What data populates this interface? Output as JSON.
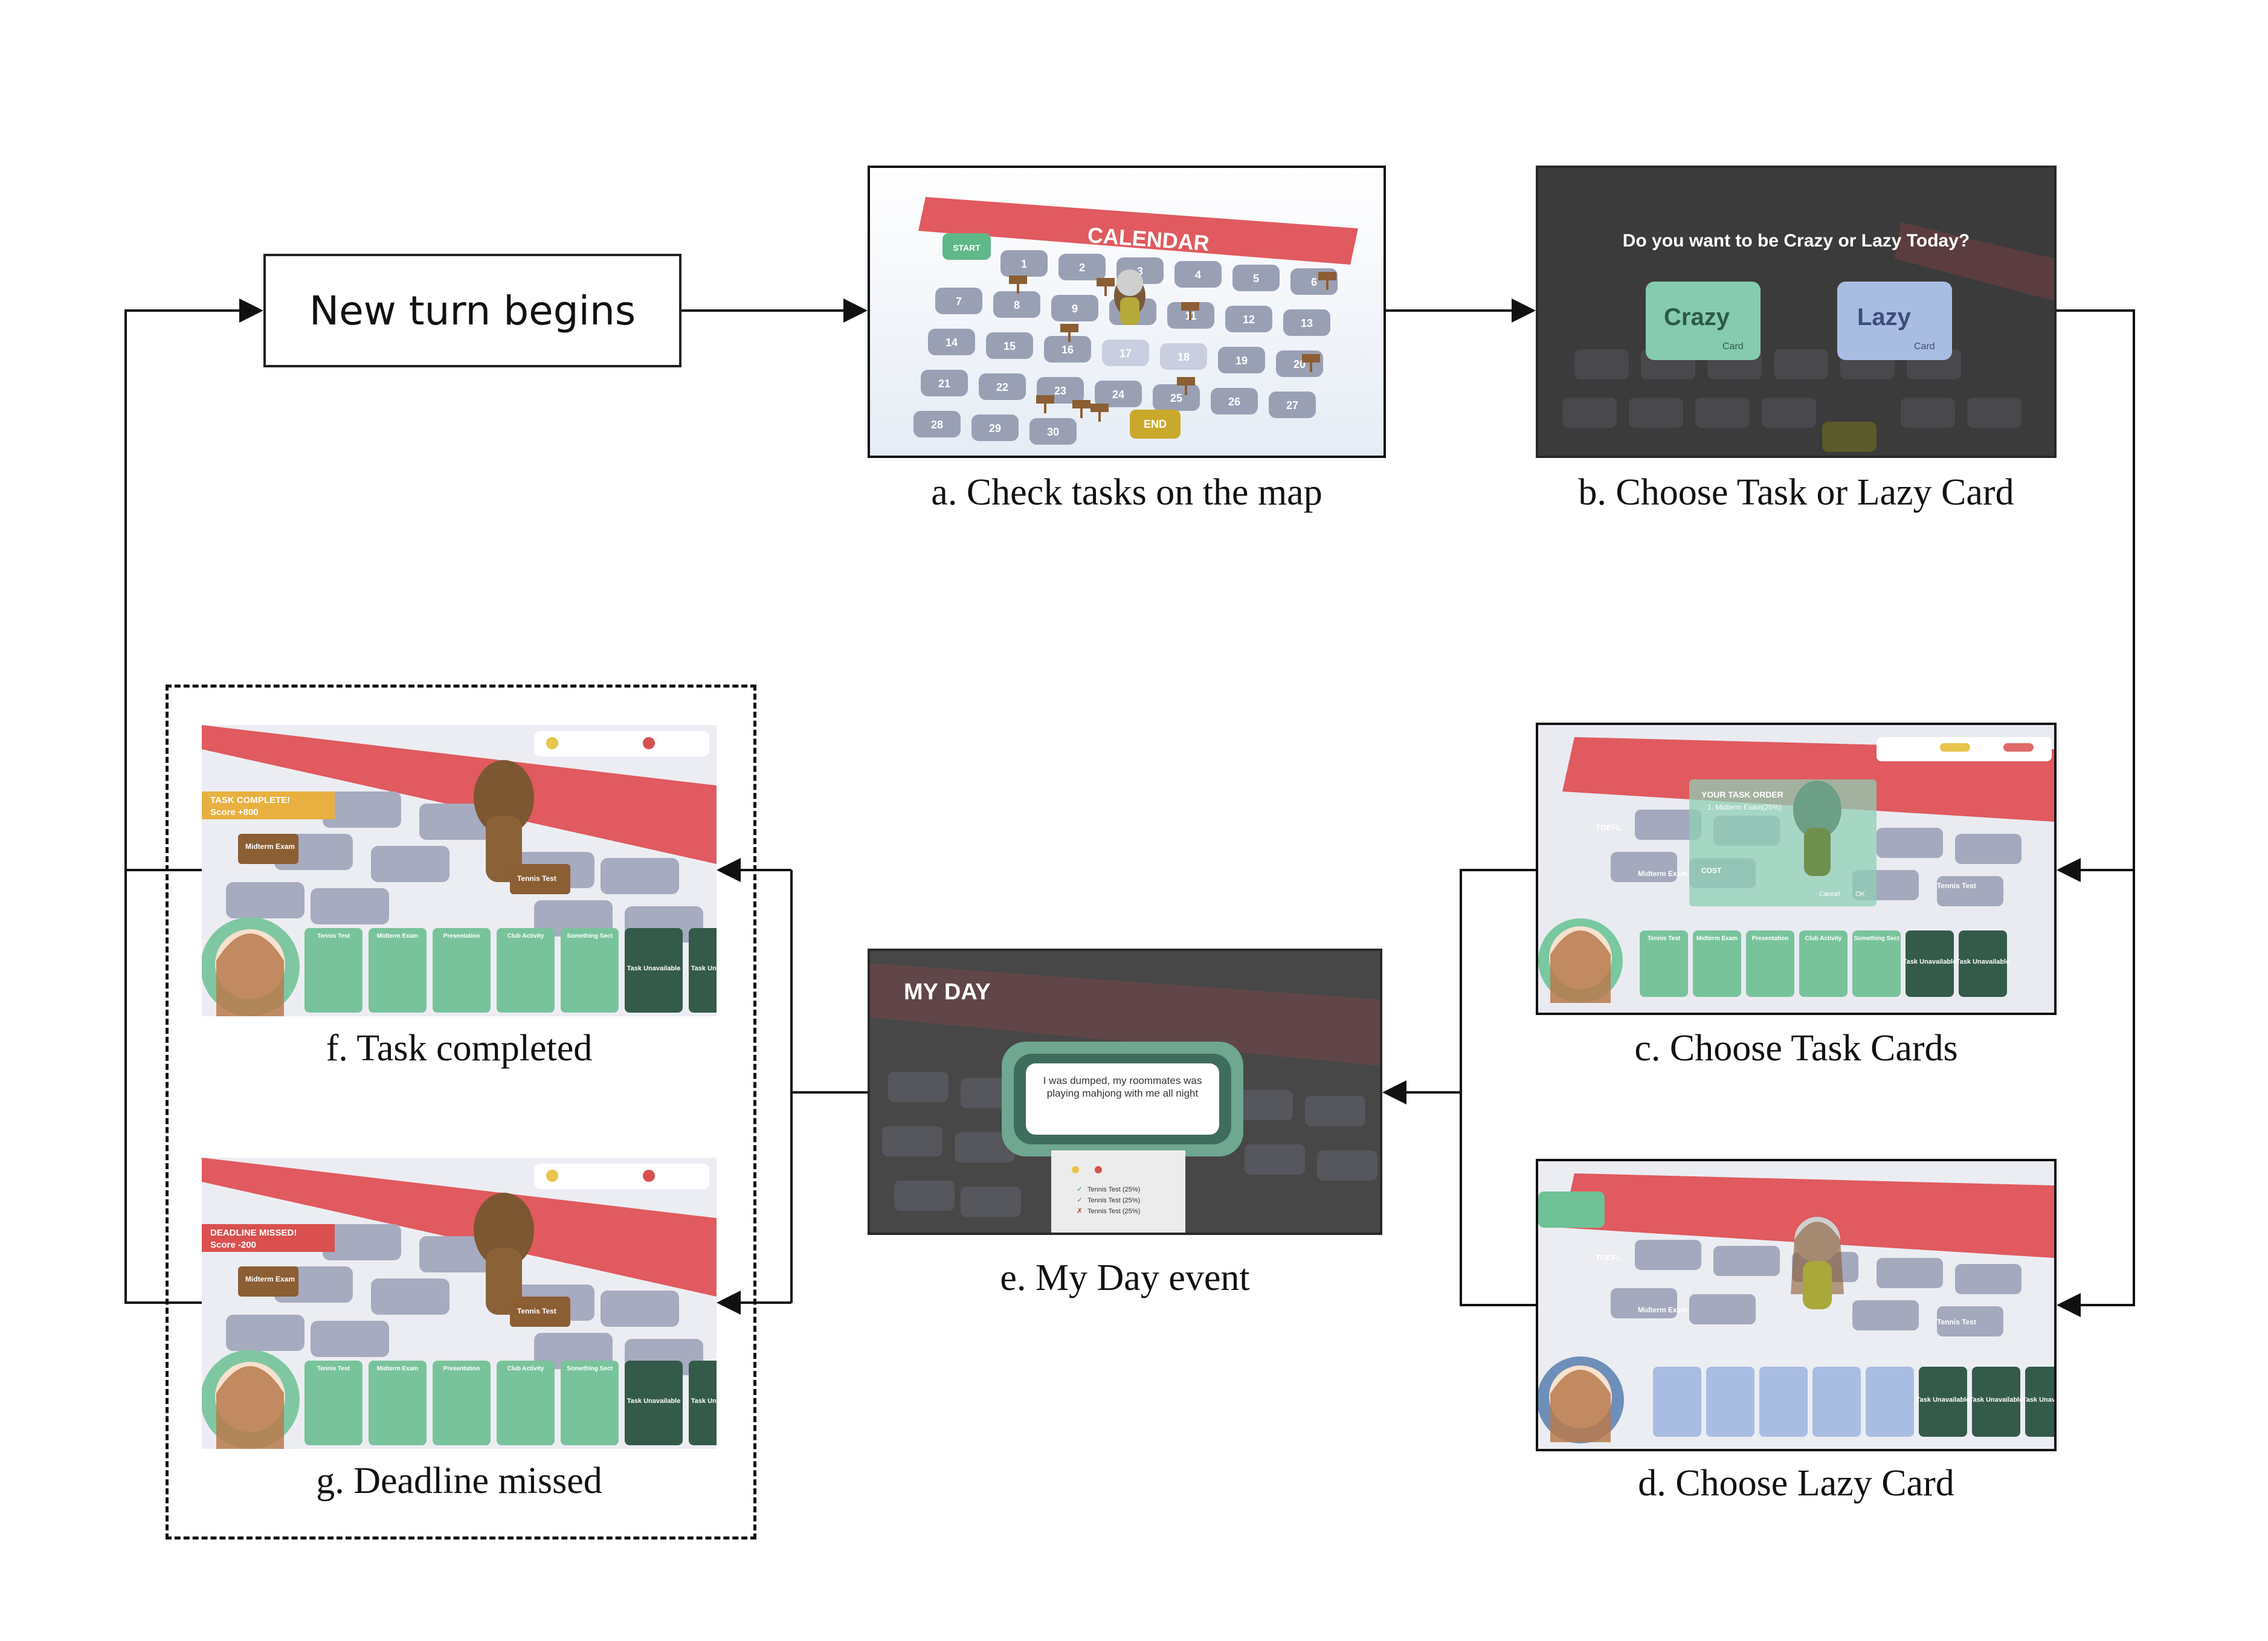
{
  "flow": {
    "start_label": "New turn begins",
    "captions": {
      "a": "a. Check tasks on the map",
      "b": "b. Choose Task or Lazy Card",
      "c": "c. Choose Task Cards",
      "d": "d. Choose Lazy Card",
      "e": "e. My Day event",
      "f": "f. Task completed",
      "g": "g. Deadline missed"
    }
  },
  "screens": {
    "map": {
      "banner": "CALENDAR",
      "start": "START",
      "end": "END",
      "days": [
        "1",
        "2",
        "3",
        "4",
        "5",
        "6",
        "7",
        "8",
        "9",
        "10",
        "11",
        "12",
        "13",
        "14",
        "15",
        "16",
        "17",
        "18",
        "19",
        "20",
        "21",
        "22",
        "23",
        "24",
        "25",
        "26",
        "27",
        "28",
        "29",
        "30"
      ]
    },
    "choice": {
      "question": "Do you want to be Crazy or Lazy Today?",
      "crazy_label": "Crazy",
      "lazy_label": "Lazy",
      "card_word": "Card"
    },
    "task_order": {
      "title": "YOUR TASK ORDER",
      "item": "1. Midterm Exam(25%)",
      "cost_label": "COST",
      "cancel": "Cancel",
      "ok": "OK"
    },
    "my_day": {
      "title": "MY DAY",
      "message": "I was dumped, my roommates was playing mahjong with me all night",
      "results": [
        "Tennis Test (25%)",
        "Tennis Test (25%)",
        "Tennis Test (25%)"
      ]
    },
    "task_complete": {
      "title": "TASK COMPLETE!",
      "score": "Score +800"
    },
    "deadline": {
      "title": "DEADLINE MISSED!",
      "score": "Score -200"
    },
    "signs": {
      "toefl": "TOEFL",
      "midterm": "Midterm Exam",
      "tennis": "Tennis Test"
    },
    "cards": [
      "Tennis Test",
      "Midterm Exam",
      "Presentation",
      "Club Activity",
      "Something Sect"
    ],
    "unavailable": "Task Unavailable"
  },
  "colors": {
    "banner_red": "#e05a5f",
    "tile_gray": "#9aa0b4",
    "crazy_green": "#86cbb0",
    "lazy_blue": "#a9bce2",
    "card_green": "#79c39c",
    "dark_card": "#345a4a",
    "complete_gold": "#e8b040",
    "deadline_red": "#d9504f"
  }
}
